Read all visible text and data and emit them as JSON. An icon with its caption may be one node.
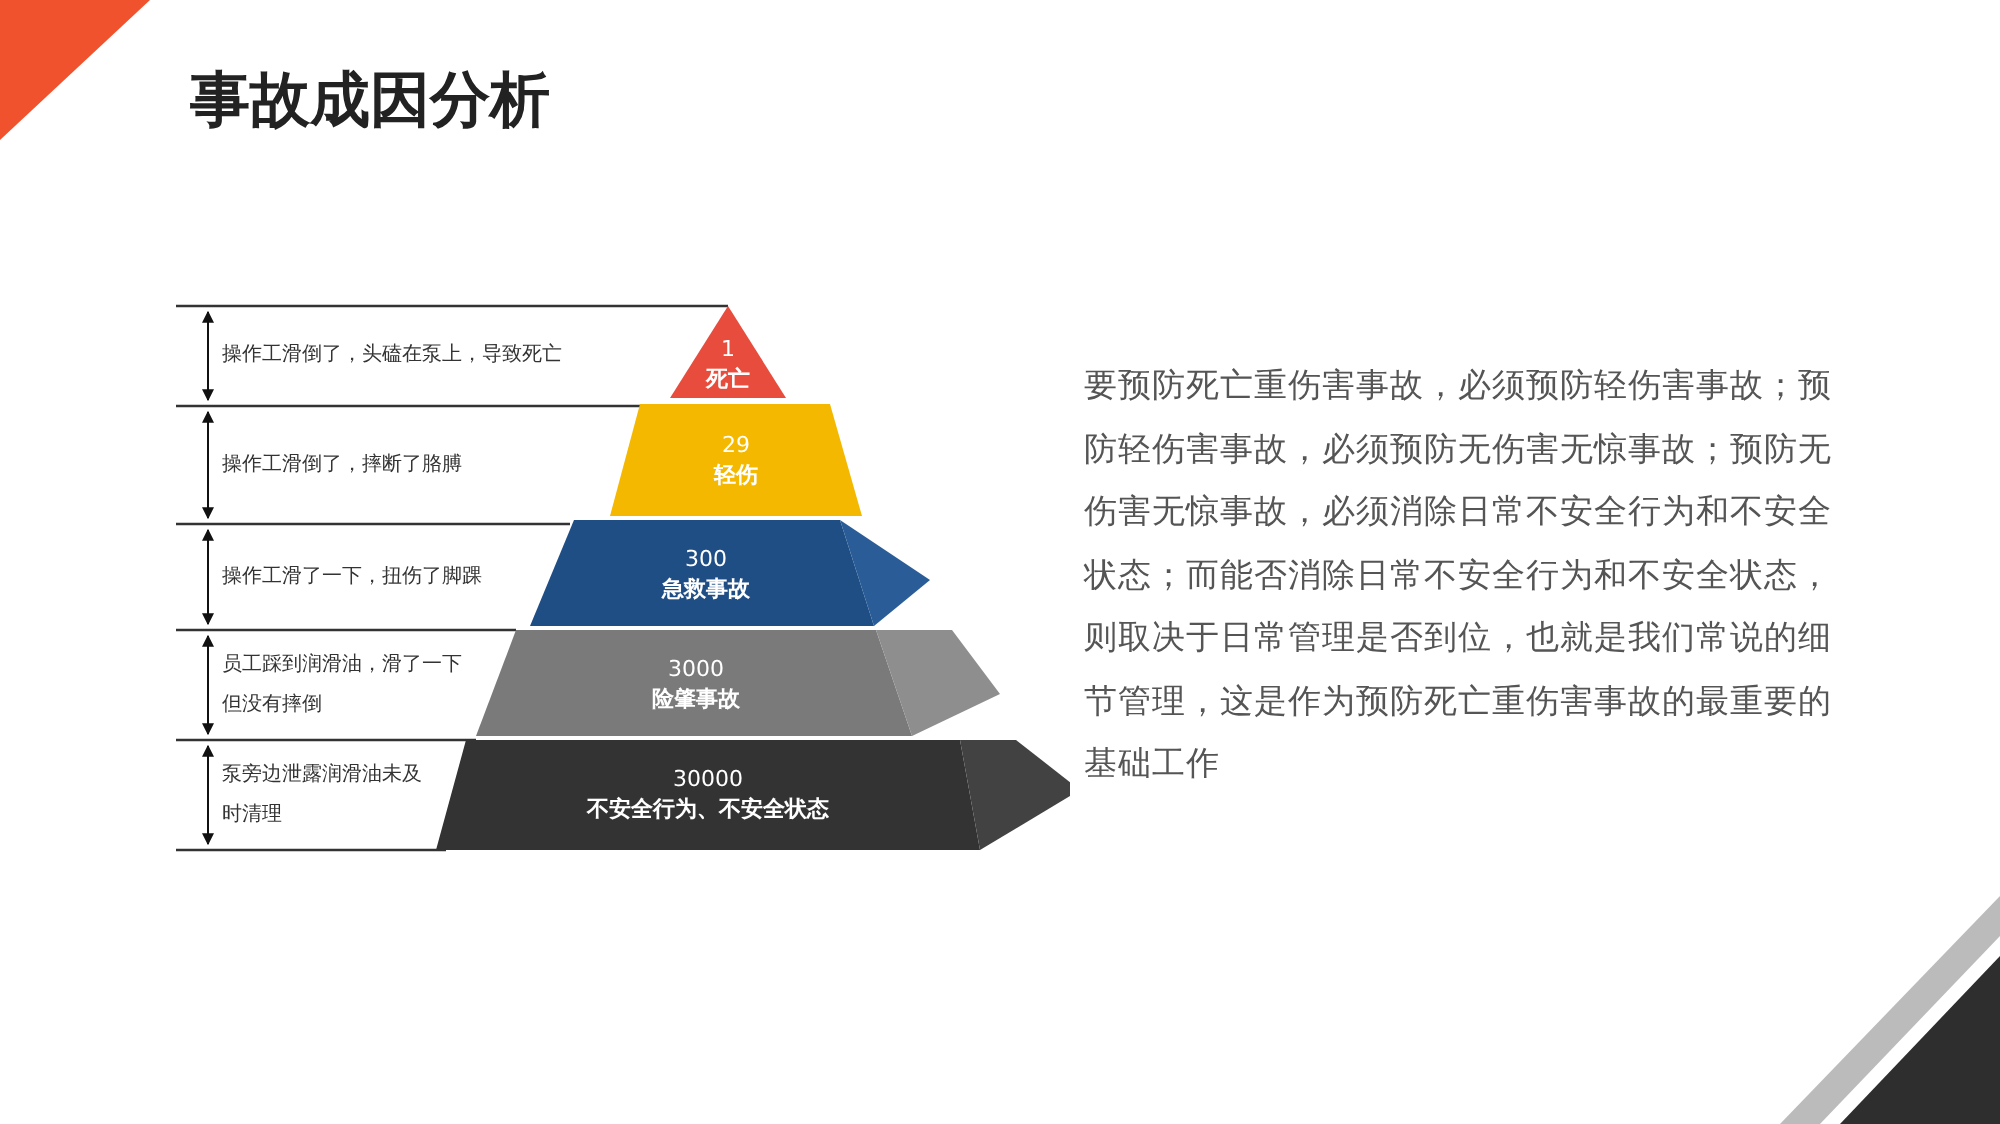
{
  "diagram": {
    "title": "事故成因分析",
    "nodes": [
      {
        "text": [
          "1",
          "死亡"
        ]
      },
      {
        "text": [
          "29",
          "轻伤"
        ]
      },
      {
        "text": [
          "300",
          "急救事故"
        ]
      },
      {
        "text": [
          "3000",
          "险肇事故"
        ]
      },
      {
        "text": [
          "30000",
          "不安全行为、不安全状态"
        ]
      }
    ],
    "edges": [],
    "labels": [
      "操作工滑倒了，头磕在泵上，导致死亡",
      "操作工滑倒了，摔断了胳膊",
      "操作工滑了一下，扭伤了脚踝",
      "员工踩到润滑油，滑了一下但没有摔倒",
      "泵旁边泄露润滑油未及时清理",
      "要预防死亡重伤害事故，必须预防轻伤害事故；预防轻伤害事故，必须预防无伤害无惊事故；预防无伤害无惊事故，必须消除日常不安全行为和不安全状态；而能否消除日常不安全行为和不安全状态，则取决于日常管理是否到位，也就是我们常说的细节管理，这是作为预防死亡重伤害事故的最重要的基础工作"
    ]
  }
}
